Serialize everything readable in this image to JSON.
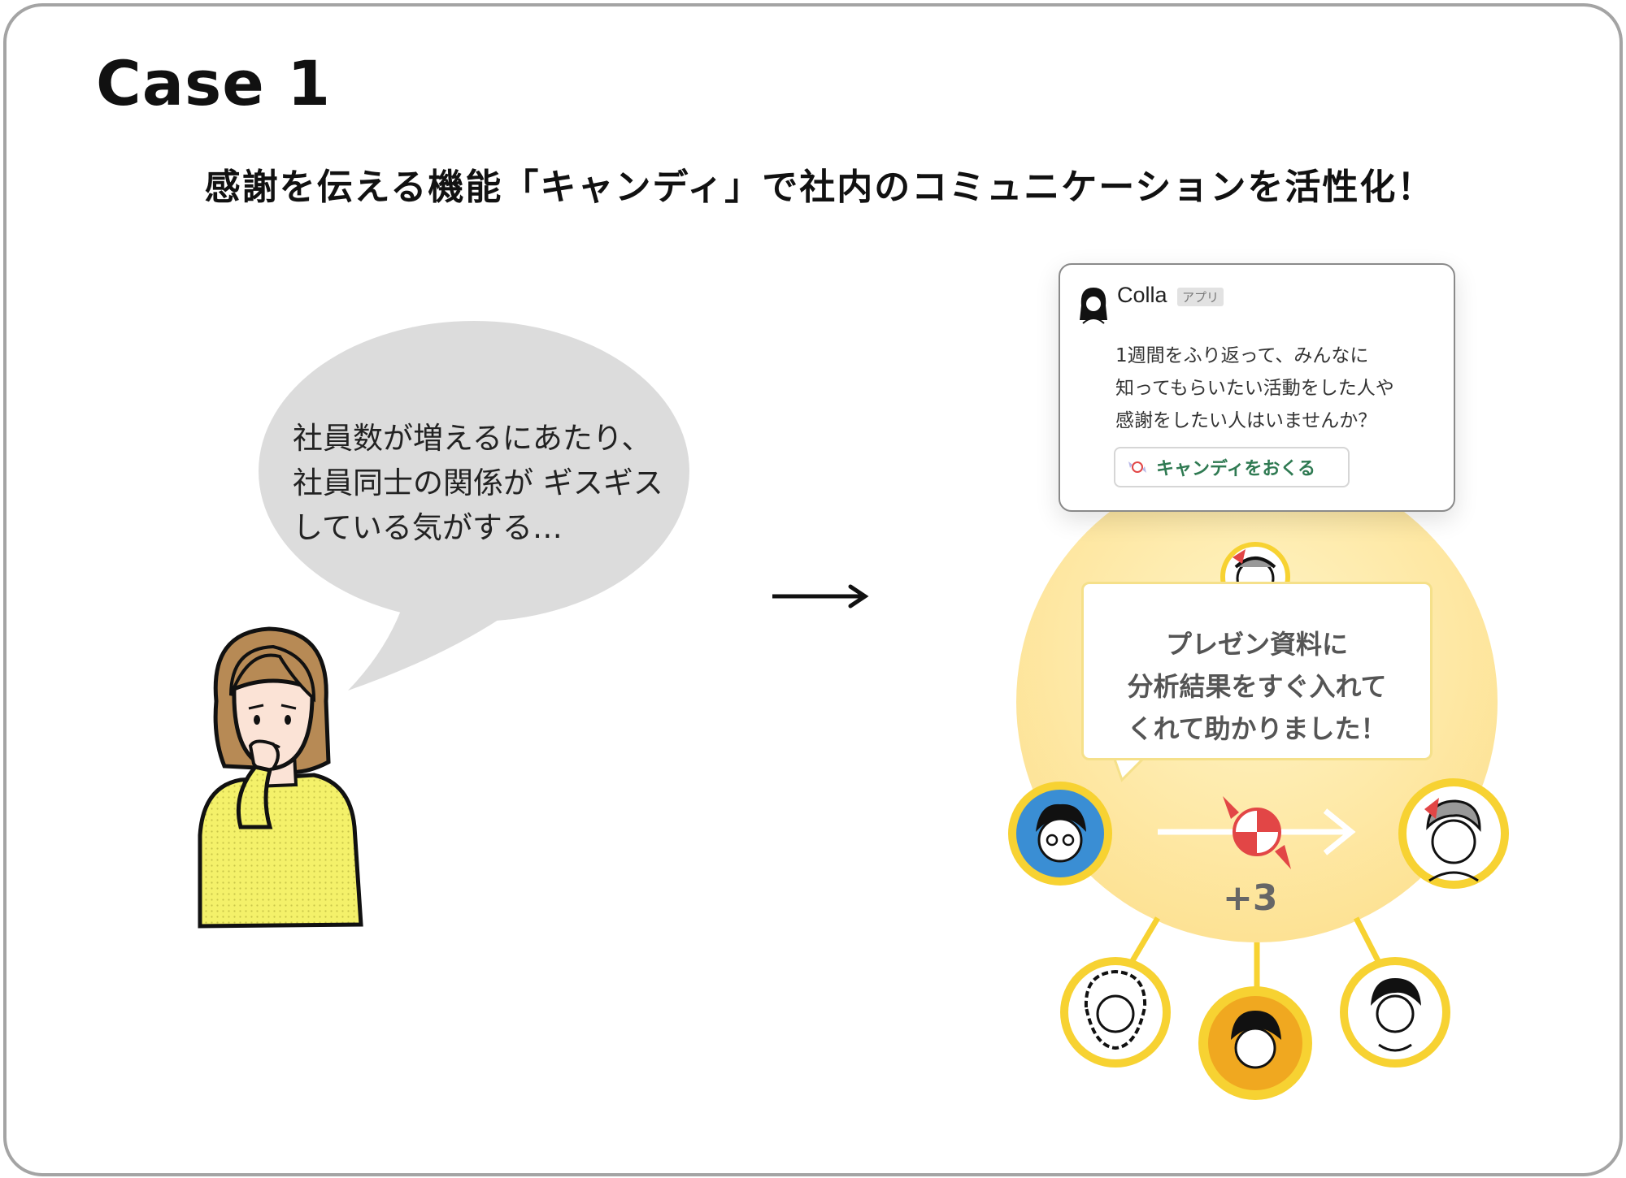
{
  "header": {
    "case_title": "Case 1",
    "subtitle": "感謝を伝える機能「キャンディ」で社内のコミュニケーションを活性化！"
  },
  "left_scene": {
    "speech_lines": [
      "社員数が増えるにあたり、",
      "社員同士の関係が ギスギス",
      "している気がする…"
    ]
  },
  "bot_card": {
    "name": "Colla",
    "badge": "アプリ",
    "message_lines": [
      "1週間をふり返って、みんなに",
      "知ってもらいたい活動をした人や",
      "感謝をしたい人はいませんか？"
    ],
    "button_label": "キャンディをおくる"
  },
  "praise_card": {
    "lines": [
      "プレゼン資料に",
      "分析結果をすぐ入れて",
      "くれて助かりました！"
    ]
  },
  "candy_count": "+3",
  "colors": {
    "circle_yellow": "#fde9a0",
    "ring_yellow": "#f7d232",
    "button_green": "#2f7a52",
    "bubble_gray": "#dcdcdc",
    "sweater_yellow": "#f4f16a"
  }
}
